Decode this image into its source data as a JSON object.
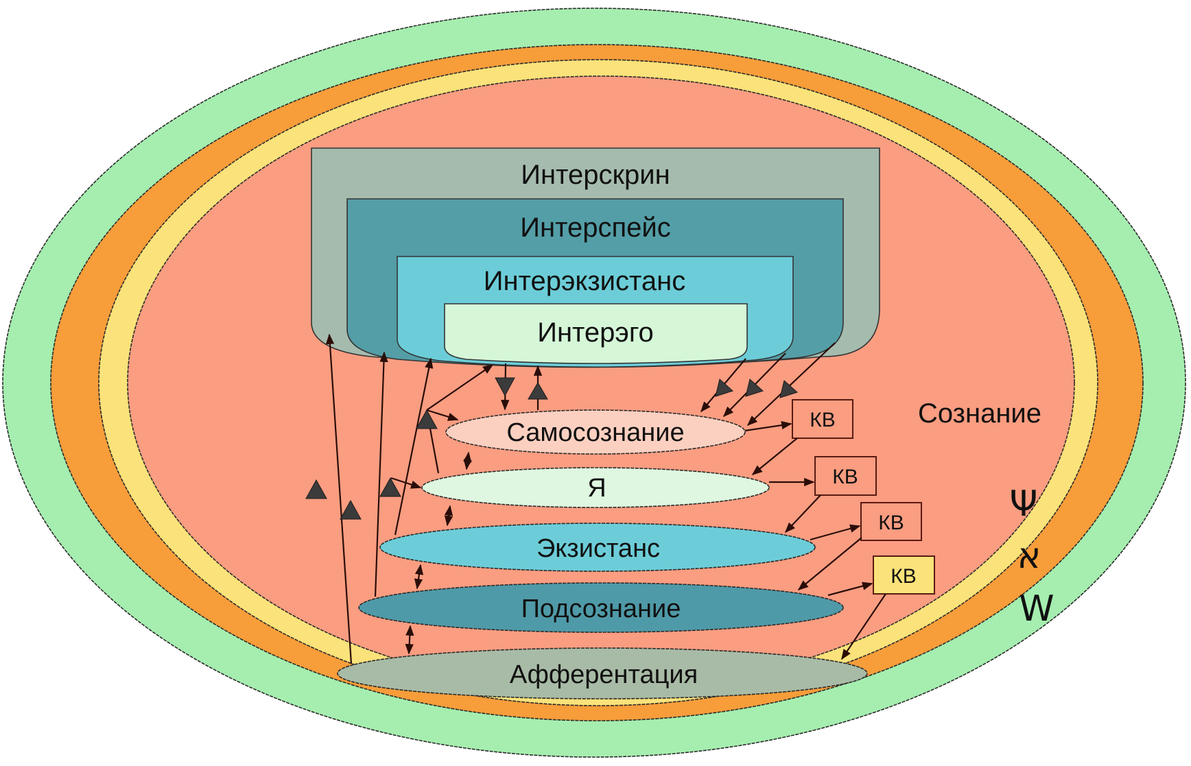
{
  "diagram": {
    "title": "Структура сознания",
    "colors": {
      "outer_w": "#a5eeaf",
      "middle_aleph": "#f79d3a",
      "inner_psi": "#fbe27a",
      "consciousness": "#fa9d81",
      "interscreen": "#a5bbae",
      "interspace": "#549ea7",
      "interexistance": "#6ccdd8",
      "interego": "#d5f7d8",
      "selfconsciousness": "#fcd0c0",
      "ya": "#dff7e0",
      "existance": "#6ccdd8",
      "subconscious": "#4f9aa8",
      "afferentation": "#a8bba6",
      "kv_box": "#fa9d81",
      "kv_box_outer": "#fbe27a",
      "triangle": "#3b3b3b"
    },
    "rings": {
      "outer_symbol": "W",
      "middle_symbol": "א",
      "inner_symbol": "Ψ",
      "consciousness_label": "Сознание"
    },
    "inter_layers": [
      {
        "id": "interscreen",
        "label": "Интерскрин"
      },
      {
        "id": "interspace",
        "label": "Интерспейс"
      },
      {
        "id": "interexistance",
        "label": "Интерэкзистанс"
      },
      {
        "id": "interego",
        "label": "Интерэго"
      }
    ],
    "levels": [
      {
        "id": "selfconsciousness",
        "label": "Самосознание"
      },
      {
        "id": "ya",
        "label": "Я"
      },
      {
        "id": "existance",
        "label": "Экзистанс"
      },
      {
        "id": "subconscious",
        "label": "Подсознание"
      },
      {
        "id": "afferentation",
        "label": "Афферентация"
      }
    ],
    "kv_boxes": [
      {
        "label": "КВ",
        "from": "Самосознание",
        "to": "Я"
      },
      {
        "label": "КВ",
        "from": "Я",
        "to": "Экзистанс"
      },
      {
        "label": "КВ",
        "from": "Экзистанс",
        "to": "Подсознание"
      },
      {
        "label": "КВ",
        "from": "Подсознание",
        "to": "Афферентация"
      }
    ]
  }
}
